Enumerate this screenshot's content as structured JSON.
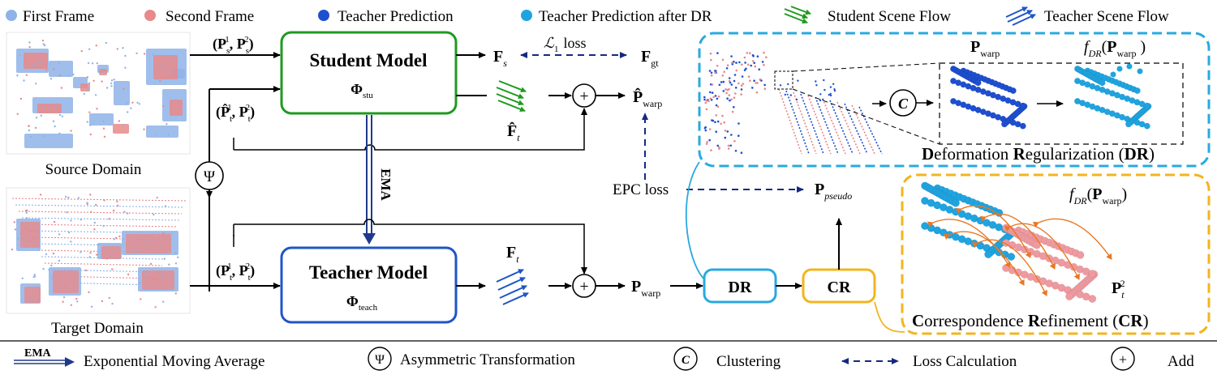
{
  "legend_top": {
    "first_frame": "First Frame",
    "second_frame": "Second Frame",
    "teacher_prediction": "Teacher Prediction",
    "teacher_prediction_dr": "Teacher Prediction after DR",
    "student_scene_flow": "Student Scene Flow",
    "teacher_scene_flow": "Teacher Scene Flow"
  },
  "legend_bottom": {
    "ema_icon": "EMA",
    "ema": "Exponential Moving Average",
    "psi_icon": "Ψ",
    "asym": "Asymmetric Transformation",
    "c_icon": "C",
    "clustering": "Clustering",
    "loss": "Loss Calculation",
    "plus_icon": "+",
    "add": "Add"
  },
  "domains": {
    "source": "Source Domain",
    "target": "Target Domain"
  },
  "student": {
    "title": "Student Model",
    "param": "Φ",
    "param_sub": "stu",
    "input_base": "(P",
    "flow_out": "F",
    "flow_out_sub": "s",
    "pred_flow": "F",
    "pred_flow_sub": "t"
  },
  "teacher": {
    "title": "Teacher Model",
    "param": "Φ",
    "param_sub": "teach",
    "flow_out": "F",
    "flow_out_sub": "t"
  },
  "labels": {
    "ema": "EMA",
    "psi": "Ψ",
    "l1_loss": "loss",
    "l1_symbol": "ℒ",
    "l1_sub": "1",
    "fgt": "F",
    "fgt_sub": "gt",
    "pwarp_hat": "P",
    "pwarp_sub": "warp",
    "epc_loss": "EPC loss",
    "ppseudo": "P",
    "ppseudo_sub": "pseudo",
    "pwarp": "P",
    "dr": "DR",
    "cr": "CR",
    "c": "C",
    "plus": "+"
  },
  "dr_panel": {
    "pwarp": "P",
    "pwarp_sub": "warp",
    "fdr": "f",
    "fdr_sub": "DR",
    "title_parts": [
      "D",
      "eformation ",
      "R",
      "egularization (",
      "DR",
      ")"
    ]
  },
  "cr_panel": {
    "fdr": "f",
    "fdr_sub": "DR",
    "pt2": "P",
    "title_parts": [
      "C",
      "orrespondence ",
      "R",
      "efinement (",
      "CR",
      ")"
    ]
  },
  "colors": {
    "student_green": "#1f9a1f",
    "teacher_blue": "#1f55c8",
    "dr_cyan": "#29a9e0",
    "cr_orange": "#f2b51f",
    "dark_navy": "#142a80",
    "first_frame": "#8fb3e8",
    "second_frame": "#e8898a",
    "teacher_pred": "#1e4fd0",
    "teacher_pred_dr": "#1fa4e0"
  }
}
